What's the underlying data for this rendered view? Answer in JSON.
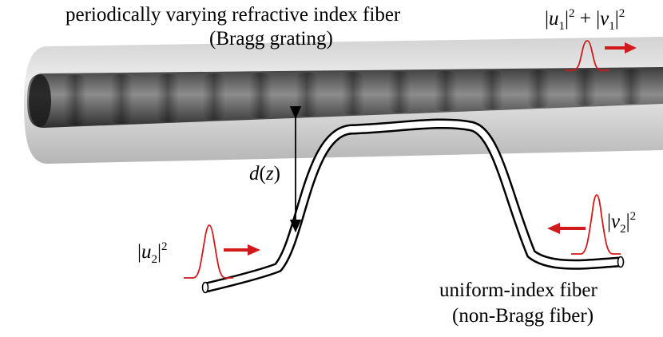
{
  "title": {
    "line1": "periodically varying refractive index fiber",
    "line2": "(Bragg grating)"
  },
  "labels": {
    "output_sum": {
      "bar": "|",
      "u": "u",
      "u_sub": "1",
      "exp1": "2",
      "plus": " + |",
      "v": "v",
      "v_sub": "1",
      "exp2": "2"
    },
    "input_u2": {
      "bar": "|",
      "u": "u",
      "u_sub": "2",
      "exp": "2"
    },
    "input_v2": {
      "bar": "|",
      "v": "v",
      "v_sub": "2",
      "exp": "2"
    },
    "distance": {
      "d": "d",
      "z": "z",
      "open": "(",
      "close": ")"
    },
    "lower_fiber": {
      "line1": "uniform-index fiber",
      "line2": "(non-Bragg fiber)"
    }
  },
  "colors": {
    "pulse_red": "#d11a1a",
    "bragg_outer": "#d6d6d6",
    "bragg_core": "#6b6b6b",
    "fiber_outline": "#000000"
  },
  "icons": {
    "pulse": "gaussian-pulse",
    "arrow": "red-arrow"
  }
}
